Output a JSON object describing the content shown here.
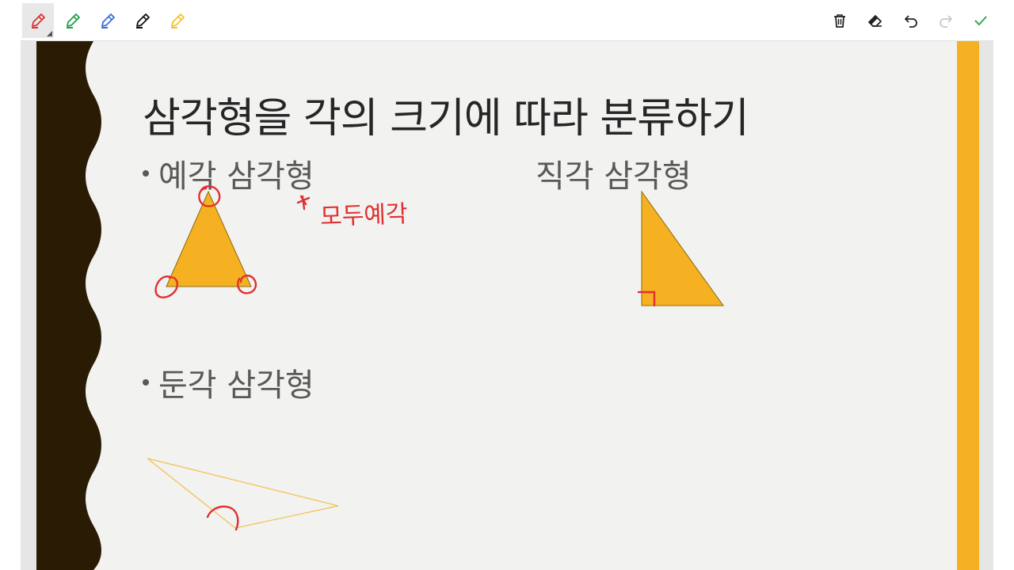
{
  "toolbar": {
    "pens": [
      {
        "name": "red-pen-icon",
        "color": "#e03030",
        "selected": true
      },
      {
        "name": "green-pen-icon",
        "color": "#1fa14a",
        "selected": false
      },
      {
        "name": "blue-pen-icon",
        "color": "#3b6fd6",
        "selected": false
      },
      {
        "name": "black-pen-icon",
        "color": "#111111",
        "selected": false
      },
      {
        "name": "yellow-highlighter-icon",
        "color": "#f2c230",
        "selected": false
      }
    ],
    "actions": [
      "trash-icon",
      "eraser-icon",
      "undo-icon",
      "redo-icon",
      "check-icon"
    ]
  },
  "slide": {
    "title": "삼각형을 각의 크기에 따라 분류하기",
    "acute_heading": "예각 삼각형",
    "right_heading": "직각 삼각형",
    "obtuse_heading": "둔각 삼각형",
    "handwritten_note": "모두예각",
    "colors": {
      "background": "#f2f2f0",
      "wave_band": "#2a1c04",
      "accent_bar": "#f5b122",
      "triangle_fill": "#f5b122",
      "ink": "#e03030"
    }
  }
}
